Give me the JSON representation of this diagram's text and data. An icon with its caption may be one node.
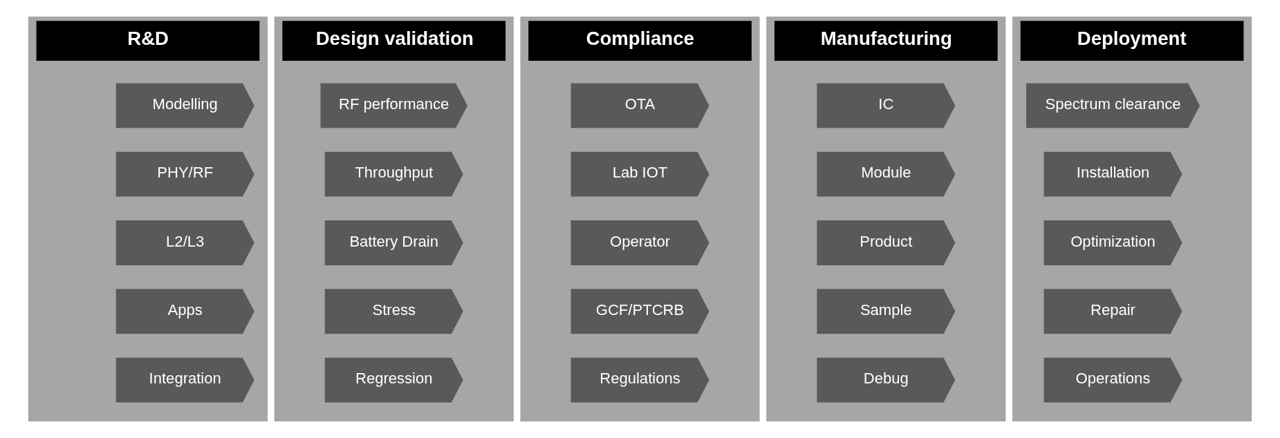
{
  "diagram": {
    "nodes": [
      {
        "text": [
          "R&D"
        ]
      },
      {
        "text": [
          "Modelling"
        ],
        "in": 0
      },
      {
        "text": [
          "PHY/RF"
        ],
        "in": 0
      },
      {
        "text": [
          "L2/L3"
        ],
        "in": 0
      },
      {
        "text": [
          "Apps"
        ],
        "in": 0
      },
      {
        "text": [
          "Integration"
        ],
        "in": 0
      },
      {
        "text": [
          "Design validation"
        ]
      },
      {
        "text": [
          "RF performance"
        ],
        "in": 6
      },
      {
        "text": [
          "Throughput"
        ],
        "in": 6
      },
      {
        "text": [
          "Battery Drain"
        ],
        "in": 6
      },
      {
        "text": [
          "Stress"
        ],
        "in": 6
      },
      {
        "text": [
          "Regression"
        ],
        "in": 6
      },
      {
        "text": [
          "Compliance"
        ]
      },
      {
        "text": [
          "OTA"
        ],
        "in": 12
      },
      {
        "text": [
          "Lab IOT"
        ],
        "in": 12
      },
      {
        "text": [
          "Operator"
        ],
        "in": 12
      },
      {
        "text": [
          "GCF/PTCRB"
        ],
        "in": 12
      },
      {
        "text": [
          "Regulations"
        ],
        "in": 12
      },
      {
        "text": [
          "Manufacturing"
        ]
      },
      {
        "text": [
          "IC"
        ],
        "in": 18
      },
      {
        "text": [
          "Module"
        ],
        "in": 18
      },
      {
        "text": [
          "Product"
        ],
        "in": 18
      },
      {
        "text": [
          "Sample"
        ],
        "in": 18
      },
      {
        "text": [
          "Debug"
        ],
        "in": 18
      },
      {
        "text": [
          "Deployment"
        ]
      },
      {
        "text": [
          "Spectrum clearance"
        ],
        "in": 24
      },
      {
        "text": [
          "Installation"
        ],
        "in": 24
      },
      {
        "text": [
          "Optimization"
        ],
        "in": 24
      },
      {
        "text": [
          "Repair"
        ],
        "in": 24
      },
      {
        "text": [
          "Operations"
        ],
        "in": 24
      }
    ]
  }
}
